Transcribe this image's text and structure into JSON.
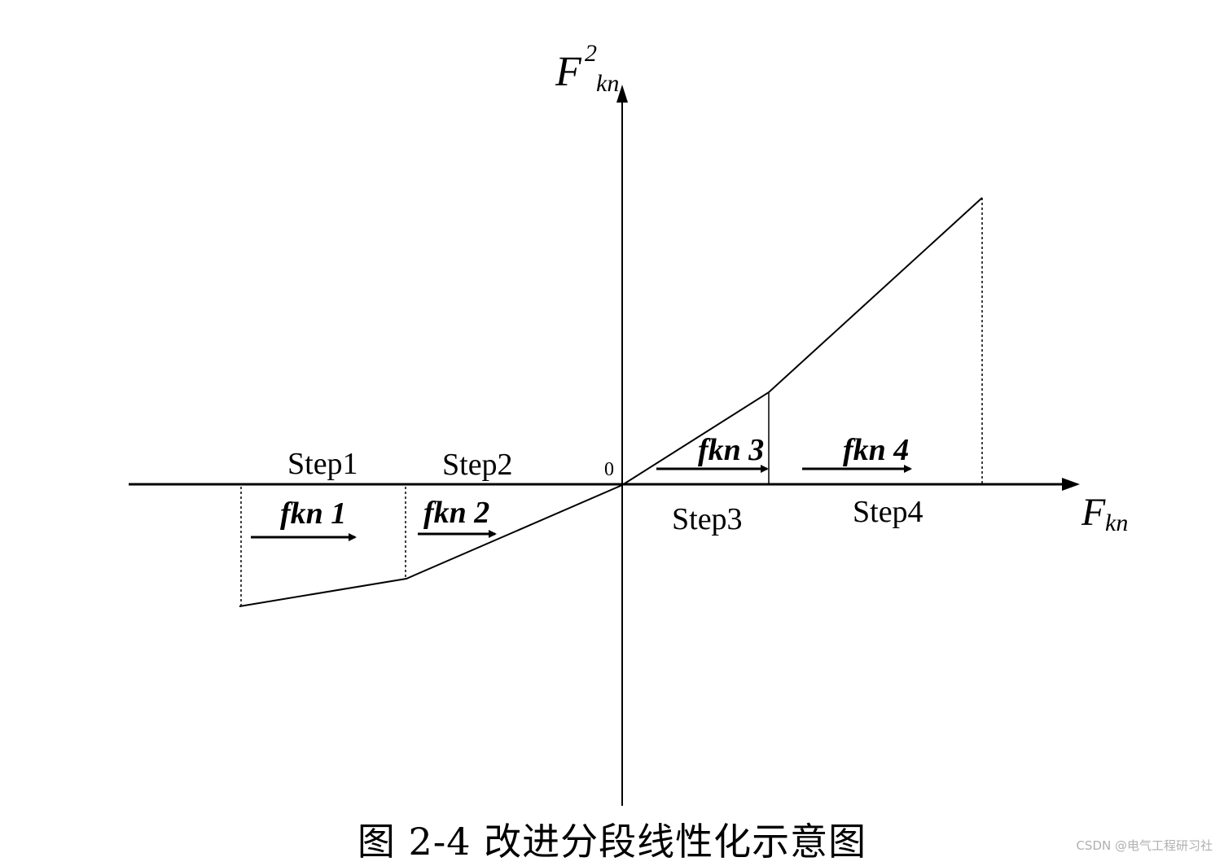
{
  "axes": {
    "y_label_main": "F",
    "y_label_sup": "2",
    "y_label_sub": "kn",
    "x_label_main": "F",
    "x_label_sub": "kn",
    "origin": "0"
  },
  "steps": {
    "step1": "Step1",
    "step2": "Step2",
    "step3": "Step3",
    "step4": "Step4"
  },
  "arrows": {
    "fkn1": "fkn 1",
    "fkn2": "fkn 2",
    "fkn3": "fkn 3",
    "fkn4": "fkn 4"
  },
  "caption": "图 2-4  改进分段线性化示意图",
  "watermark": "CSDN @电气工程研习社",
  "colors": {
    "line": "#000000",
    "background": "#ffffff",
    "watermark": "#b0b0b0"
  }
}
